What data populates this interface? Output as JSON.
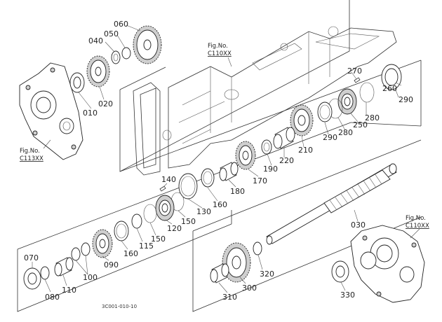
{
  "labels": {
    "p060": "060",
    "p050": "050",
    "p040": "040",
    "p010": "010",
    "p020": "020",
    "p270": "270",
    "p260": "260",
    "p290a": "290",
    "p280a": "280",
    "p250": "250",
    "p280b": "280",
    "p290b": "290",
    "p210": "210",
    "p220": "220",
    "p190": "190",
    "p170": "170",
    "p180": "180",
    "p160a": "160",
    "p130": "130",
    "p140": "140",
    "p150a": "150",
    "p120": "120",
    "p150b": "150",
    "p115": "115",
    "p160b": "160",
    "p090": "090",
    "p100": "100",
    "p110": "110",
    "p080": "080",
    "p070": "070",
    "p030": "030",
    "p320": "320",
    "p300": "300",
    "p310": "310",
    "p330": "330"
  },
  "figure_refs": {
    "top": {
      "heading": "Fig.No.",
      "code": "C110XX"
    },
    "left": {
      "heading": "Fig.No.",
      "code": "C113XX"
    },
    "right": {
      "heading": "Fig.No.",
      "code": "C110XX"
    }
  },
  "drawing_code": "3C001-010-10"
}
